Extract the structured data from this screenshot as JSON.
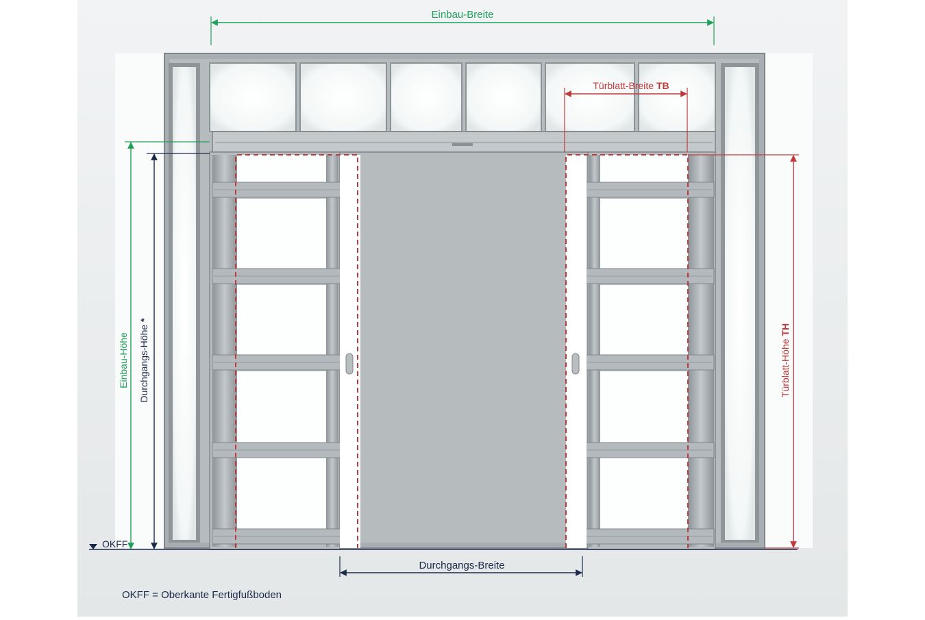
{
  "colors": {
    "green": "#1fa05a",
    "red": "#c0393b",
    "navy": "#1c2a4a",
    "frame": "#9ea5a9",
    "panel": "#fbfcfc"
  },
  "labels": {
    "einbau_breite": "Einbau-Breite",
    "tuerblatt_breite": "Türblatt-Breite ",
    "tuerblatt_breite_code": "TB",
    "einbau_hoehe": "Einbau-Höhe",
    "durchgangs_hoehe": "Durchgangs-Höhe ",
    "durchgangs_hoehe_mark": "*",
    "tuerblatt_hoehe": "Türblatt-Höhe ",
    "tuerblatt_hoehe_code": "TH",
    "okff": "OKFF",
    "durchgangs_breite": "Durchgangs-Breite",
    "footnote": "OKFF = Oberkante Fertigfußboden"
  }
}
